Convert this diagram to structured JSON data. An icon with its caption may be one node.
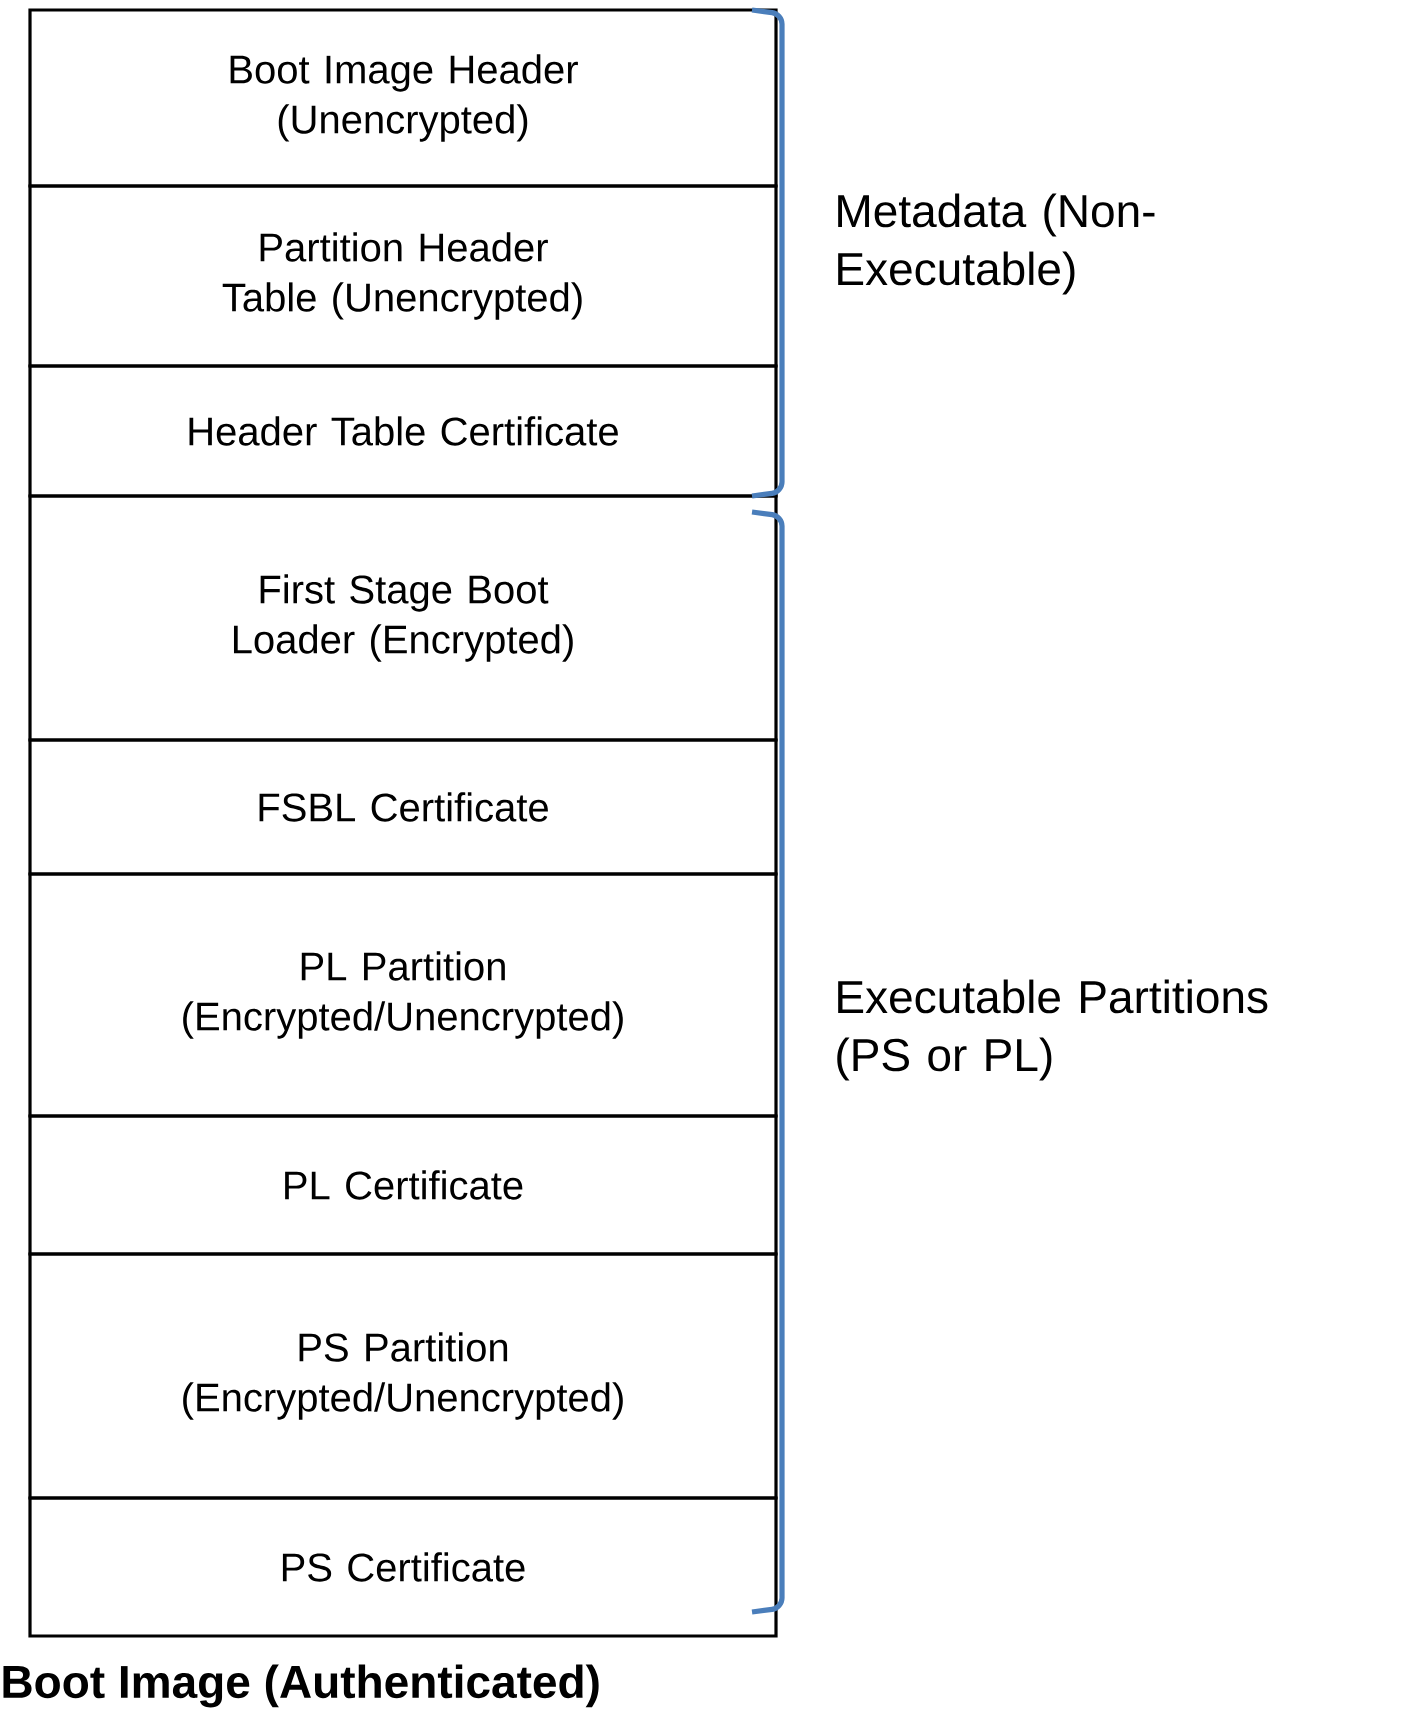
{
  "diagram": {
    "caption": "Boot Image (Authenticated)",
    "nodes": [
      {
        "text": [
          "Boot Image Header (Unencrypted)"
        ]
      },
      {
        "text": [
          "Partition Header Table (Unencrypted)"
        ]
      },
      {
        "text": [
          "Header Table Certificate"
        ]
      },
      {
        "text": [
          "First Stage Boot Loader (Encrypted)"
        ]
      },
      {
        "text": [
          "FSBL Certificate"
        ]
      },
      {
        "text": [
          "PL Partition (Encrypted/Unencrypted)"
        ]
      },
      {
        "text": [
          "PL Certificate"
        ]
      },
      {
        "text": [
          "PS Partition (Encrypted/Unencrypted)"
        ]
      },
      {
        "text": [
          "PS Certificate"
        ]
      }
    ],
    "edges": [],
    "labels": [
      "Metadata (Non-Executable)",
      "Executable Partitions (PS or PL)"
    ]
  }
}
